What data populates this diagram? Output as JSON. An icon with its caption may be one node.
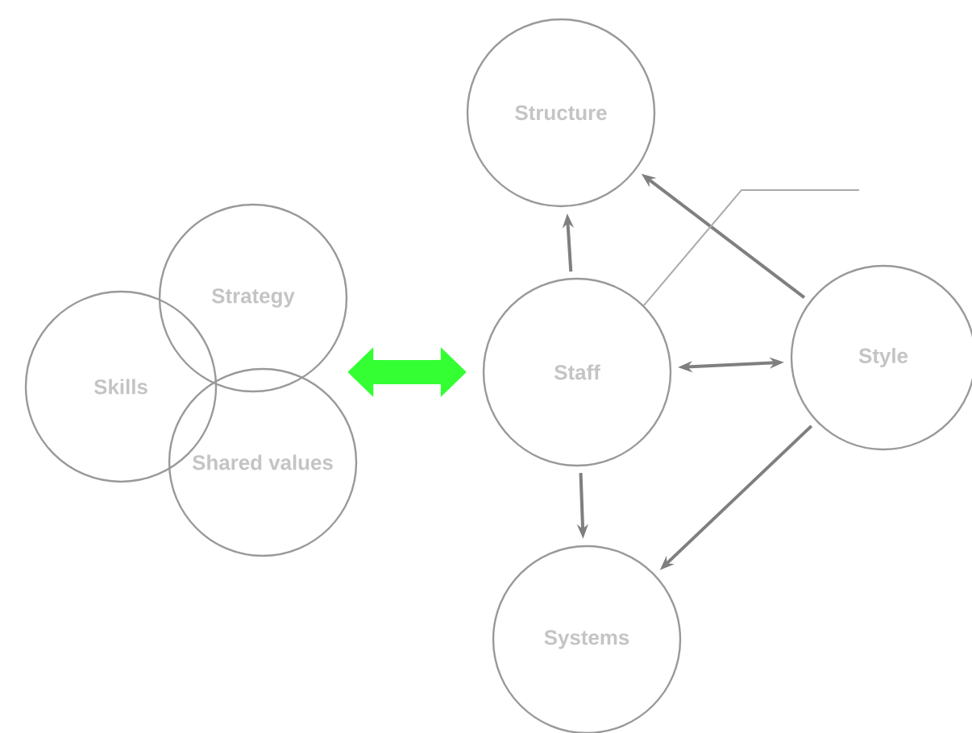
{
  "diagram": {
    "nodes": [
      {
        "text": [
          "Skills"
        ]
      },
      {
        "text": [
          "Strategy"
        ]
      },
      {
        "text": [
          "Shared values"
        ]
      },
      {
        "text": [
          "Structure"
        ]
      },
      {
        "text": [
          "Staff"
        ]
      },
      {
        "text": [
          "Style"
        ]
      },
      {
        "text": [
          "Systems"
        ]
      }
    ],
    "edges": [
      {
        "from": 2,
        "to": 4,
        "arrow": "both",
        "style": "thick",
        "color": "#33ff33"
      },
      {
        "from": 4,
        "to": 3,
        "arrow": "to"
      },
      {
        "from": 4,
        "to": 5,
        "arrow": "both"
      },
      {
        "from": 4,
        "to": 6,
        "arrow": "to"
      },
      {
        "from": 5,
        "to": 3,
        "arrow": "to"
      },
      {
        "from": 5,
        "to": 6,
        "arrow": "to"
      },
      {
        "from": null,
        "to": 4,
        "arrow": "none",
        "color": "#aaaaaa"
      }
    ]
  }
}
